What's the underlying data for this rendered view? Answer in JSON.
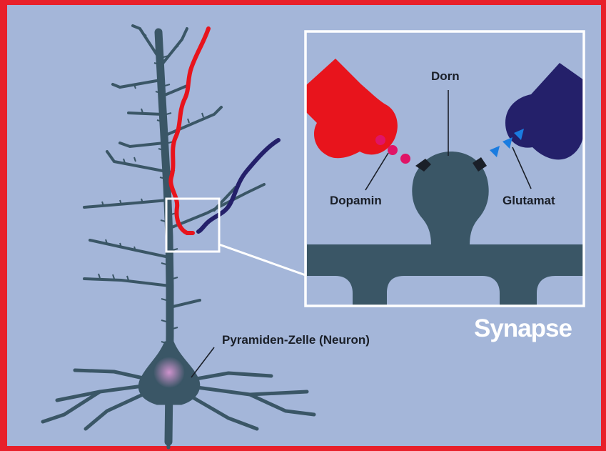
{
  "labels": {
    "neuron": "Pyramiden-Zelle (Neuron)",
    "spine": "Dorn",
    "dopamine": "Dopamin",
    "glutamate": "Glutamat",
    "inset_title": "Synapse"
  },
  "colors": {
    "frame": "#e8202a",
    "background": "#a4b6d9",
    "neuron": "#3a5666",
    "dopamine_axon": "#e8141c",
    "glutamate_axon": "#24206a",
    "dopamine_molecule": "#e01466",
    "glutamate_molecule": "#1a7ce0",
    "soma_glow": "#c980c8"
  }
}
